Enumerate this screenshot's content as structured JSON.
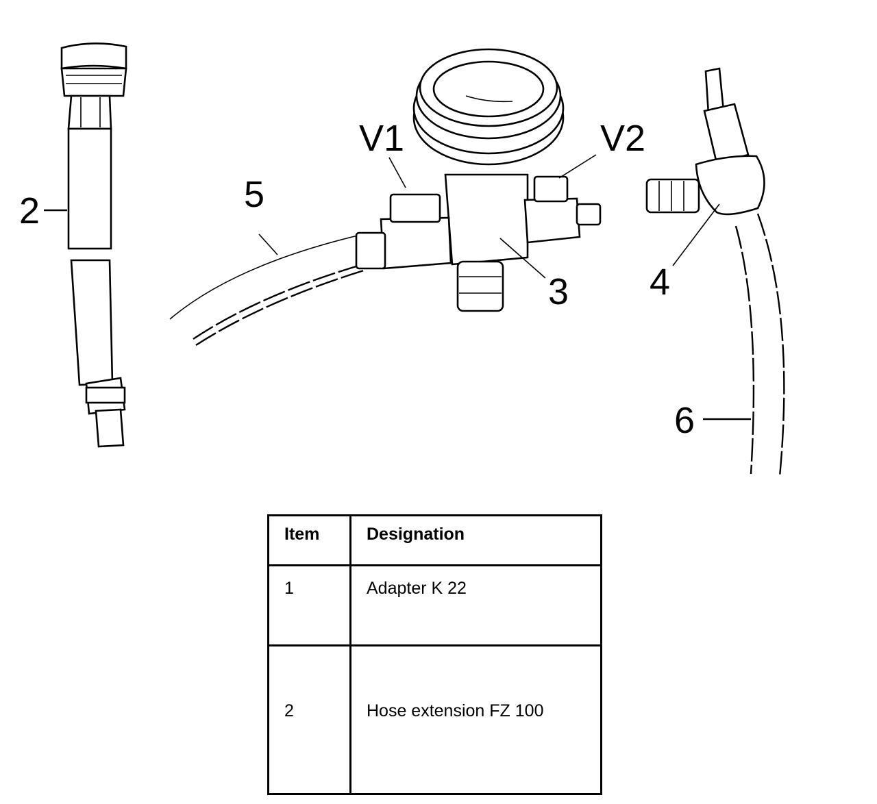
{
  "callouts": {
    "hose_extension": "2",
    "connecting_hose": "5",
    "valve_1": "V1",
    "valve_2": "V2",
    "gauge_body": "3",
    "t_piece": "4",
    "supply_hose": "6"
  },
  "legend": {
    "headers": {
      "item": "Item",
      "designation": "Designation"
    },
    "rows": [
      {
        "item": "1",
        "designation": "Adapter K 22"
      },
      {
        "item": "2",
        "designation": "Hose extension FZ 100"
      }
    ]
  }
}
